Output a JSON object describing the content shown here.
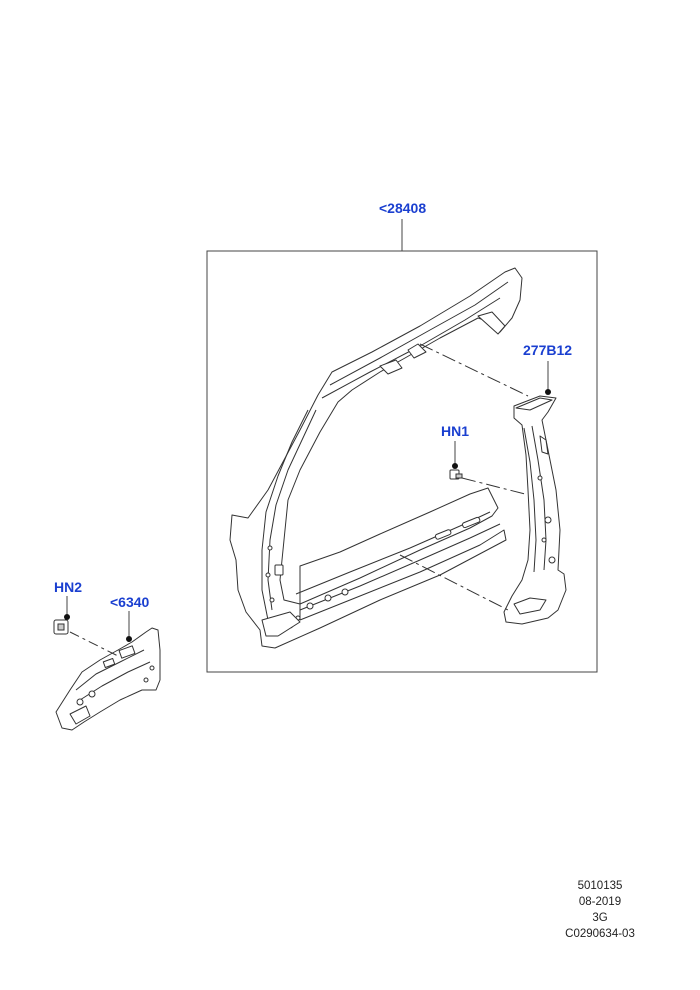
{
  "callouts": {
    "main_assembly": "<28408",
    "b_pillar_part": "277B12",
    "hn1": "HN1",
    "hn2": "HN2",
    "bracket_part": "<6340"
  },
  "footer": {
    "line1": "5010135",
    "line2": "08-2019",
    "line3": "3G",
    "line4": "C0290634-03"
  },
  "colors": {
    "callout_text": "#1a3fd0",
    "line_art": "#333333"
  }
}
